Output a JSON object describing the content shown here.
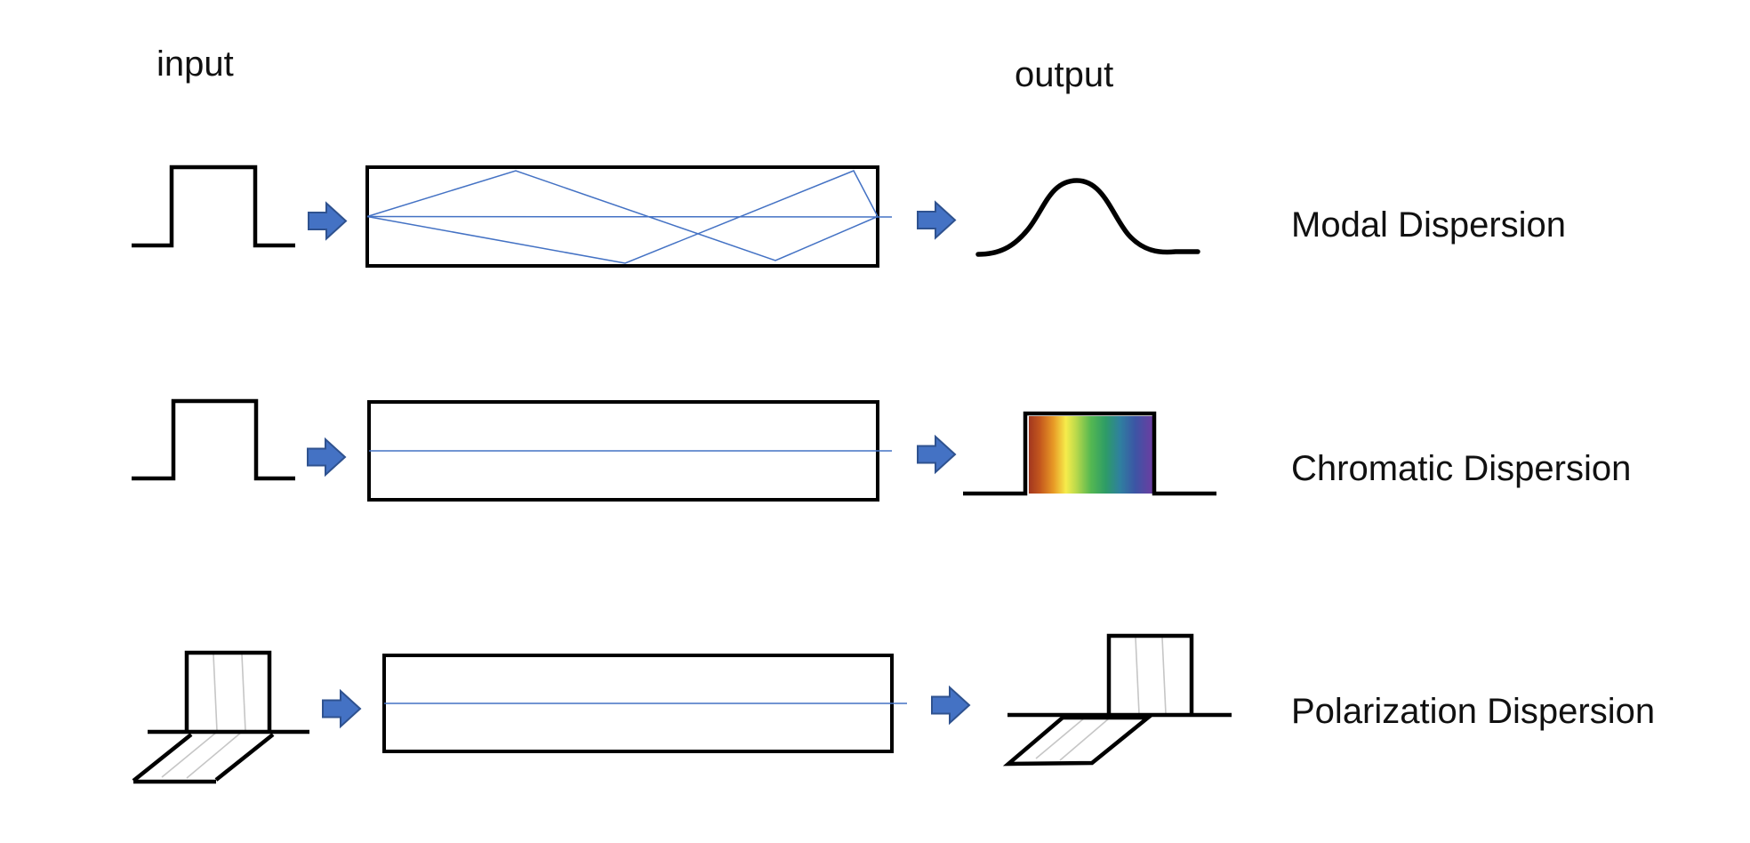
{
  "labels": {
    "input": "input",
    "output": "output"
  },
  "rows": [
    {
      "label": "Modal Dispersion",
      "icons": [
        "square-pulse-icon",
        "right-arrow-icon",
        "fiber-multipath-icon",
        "right-arrow-icon",
        "broadened-gaussian-pulse-icon"
      ]
    },
    {
      "label": "Chromatic Dispersion",
      "icons": [
        "square-pulse-icon",
        "right-arrow-icon",
        "fiber-straight-ray-icon",
        "right-arrow-icon",
        "spectrum-pulse-icon"
      ]
    },
    {
      "label": "Polarization Dispersion",
      "icons": [
        "dual-polarization-pulse-icon",
        "right-arrow-icon",
        "fiber-straight-ray-icon",
        "right-arrow-icon",
        "split-polarization-pulse-icon"
      ]
    }
  ],
  "colors": {
    "ink": "#000000",
    "ray": "#4472C4",
    "arrow_fill": "#4472C4",
    "arrow_stroke": "#2F528F",
    "faint": "#C6C6C6",
    "fiber_fill": "#FFFFFF",
    "spectrum": [
      "#A2371F",
      "#C4571D",
      "#E89A26",
      "#F6EC4B",
      "#BCDA4B",
      "#55B851",
      "#2E9C66",
      "#2F7FA0",
      "#3C55A5",
      "#6B3EA1"
    ]
  }
}
